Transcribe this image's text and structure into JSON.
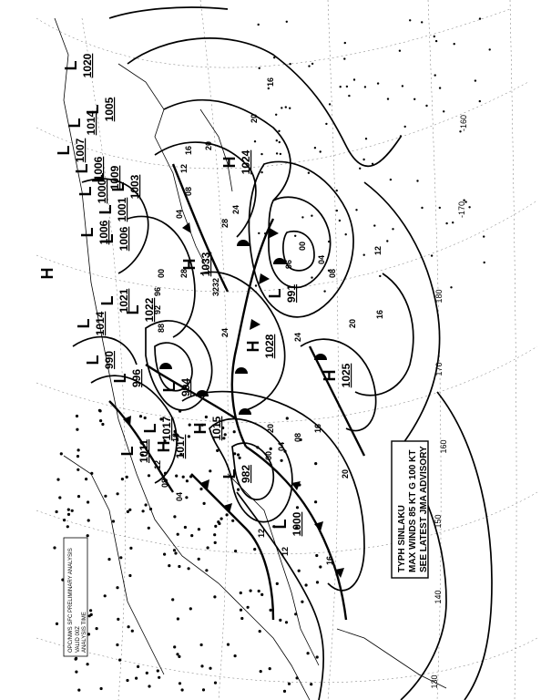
{
  "chart": {
    "advisory": {
      "line1": "TYPH SINLAKU",
      "line2": "MAX WINDS 85 KT G 100 KT",
      "line3": "SEE LATEST JMA ADVISORY"
    },
    "header_lines": [
      "OPC/NWS SFC PRELIMINARY ANALYSIS",
      "VALID 00Z",
      "ANALYSIS TIME"
    ],
    "longitude_labels": [
      "-160",
      "-170",
      "180",
      "170",
      "160",
      "150",
      "140",
      "130"
    ],
    "pressure_systems": [
      {
        "type": "L",
        "pressure": "1020"
      },
      {
        "type": "L",
        "pressure": "1014"
      },
      {
        "type": "L",
        "pressure": "1005"
      },
      {
        "type": "L",
        "pressure": "1007"
      },
      {
        "type": "L",
        "pressure": "1006"
      },
      {
        "type": "L",
        "pressure": "1009"
      },
      {
        "type": "L",
        "pressure": "1000"
      },
      {
        "type": "L",
        "pressure": "1001"
      },
      {
        "type": "L",
        "pressure": "1003"
      },
      {
        "type": "L",
        "pressure": "1006"
      },
      {
        "type": "L",
        "pressure": "1006"
      },
      {
        "type": "H",
        "pressure": "1024"
      },
      {
        "type": "H",
        "pressure": "1033"
      },
      {
        "type": "L",
        "pressure": "991"
      },
      {
        "type": "H",
        "pressure": "1028"
      },
      {
        "type": "H",
        "pressure": "1025"
      },
      {
        "type": "L",
        "pressure": "990"
      },
      {
        "type": "L",
        "pressure": "996"
      },
      {
        "type": "L",
        "pressure": "994"
      },
      {
        "type": "L",
        "pressure": "1014"
      },
      {
        "type": "L",
        "pressure": "1021"
      },
      {
        "type": "L",
        "pressure": "1022"
      },
      {
        "type": "H",
        "pressure": "1015"
      },
      {
        "type": "H",
        "pressure": "1017"
      },
      {
        "type": "L",
        "pressure": "1017"
      },
      {
        "type": "L",
        "pressure": "1011"
      },
      {
        "type": "L",
        "pressure": "982"
      },
      {
        "type": "L",
        "pressure": "1000"
      },
      {
        "type": "H",
        "pressure": ""
      }
    ],
    "isobar_values": [
      "16",
      "20",
      "20",
      "16",
      "12",
      "08",
      "04",
      "00",
      "96",
      "92",
      "88",
      "24",
      "28",
      "32",
      "12",
      "16",
      "20",
      "24",
      "08",
      "04",
      "00",
      "96",
      "12",
      "16",
      "20",
      "08",
      "04",
      "00",
      "12",
      "16",
      "20",
      "24",
      "28",
      "32",
      "16",
      "12",
      "08",
      "04"
    ],
    "colors": {
      "ink": "#000000",
      "background": "#ffffff"
    }
  }
}
